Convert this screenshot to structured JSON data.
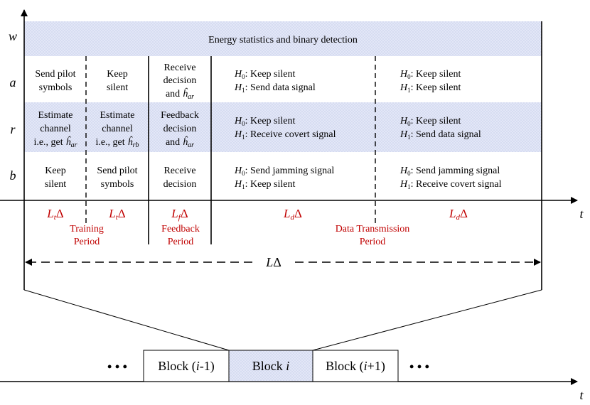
{
  "row_labels": {
    "w": "w",
    "a": "a",
    "r": "r",
    "b": "b"
  },
  "time_axis_label": "t",
  "w_row": {
    "text": "Energy statistics and binary detection"
  },
  "a_row": {
    "c1": [
      "Send pilot",
      "symbols"
    ],
    "c2": [
      "Keep",
      "silent"
    ],
    "c3": [
      "Receive",
      "decision",
      "and",
      "ĥ",
      "ar"
    ],
    "c4": {
      "h0_sym": "H",
      "h0_sub": "0",
      "h0_text": ": Keep silent",
      "h1_sym": "H",
      "h1_sub": "1",
      "h1_text": ": Send data signal"
    },
    "c5": {
      "h0_sym": "H",
      "h0_sub": "0",
      "h0_text": ": Keep silent",
      "h1_sym": "H",
      "h1_sub": "1",
      "h1_text": ": Keep silent"
    }
  },
  "r_row": {
    "c1": [
      "Estimate",
      "channel",
      "i.e., get",
      "ĥ",
      "ar"
    ],
    "c2": [
      "Estimate",
      "channel",
      "i.e., get",
      "ĥ",
      "rb"
    ],
    "c3": [
      "Feedback",
      "decision",
      "and",
      "ĥ",
      "ar"
    ],
    "c4": {
      "h0_sym": "H",
      "h0_sub": "0",
      "h0_text": ": Keep silent",
      "h1_sym": "H",
      "h1_sub": "1",
      "h1_text": ": Receive covert signal"
    },
    "c5": {
      "h0_sym": "H",
      "h0_sub": "0",
      "h0_text": ": Keep silent",
      "h1_sym": "H",
      "h1_sub": "1",
      "h1_text": ": Send data signal"
    }
  },
  "b_row": {
    "c1": [
      "Keep",
      "silent"
    ],
    "c2": [
      "Send pilot",
      "symbols"
    ],
    "c3": [
      "Receive",
      "decision"
    ],
    "c4": {
      "h0_sym": "H",
      "h0_sub": "0",
      "h0_text": ": Send jamming signal",
      "h1_sym": "H",
      "h1_sub": "1",
      "h1_text": ": Keep silent"
    },
    "c5": {
      "h0_sym": "H",
      "h0_sub": "0",
      "h0_text": ": Send jamming signal",
      "h1_sym": "H",
      "h1_sub": "1",
      "h1_text": ": Receive covert signal"
    }
  },
  "durations": {
    "d1": {
      "sym": "L",
      "sub": "t",
      "delta": "Δ"
    },
    "d2": {
      "sym": "L",
      "sub": "t",
      "delta": "Δ"
    },
    "d3": {
      "sym": "L",
      "sub": "f",
      "delta": "Δ"
    },
    "d4": {
      "sym": "L",
      "sub": "d",
      "delta": "Δ"
    },
    "d5": {
      "sym": "L",
      "sub": "d",
      "delta": "Δ"
    }
  },
  "periods": {
    "training": [
      "Training",
      "Period"
    ],
    "feedback": [
      "Feedback",
      "Period"
    ],
    "data": [
      "Data Transmission",
      "Period"
    ]
  },
  "total_length": {
    "sym": "L",
    "delta": "Δ"
  },
  "blocks": {
    "ellipsis_left": "• • •",
    "ellipsis_right": "• • •",
    "prev": {
      "pre": "Block (",
      "var": "i",
      "post": "-1)"
    },
    "curr": {
      "pre": "Block ",
      "var": "i",
      "post": ""
    },
    "next": {
      "pre": "Block (",
      "var": "i",
      "post": "+1)"
    }
  },
  "colors": {
    "shade": "#dfe4f5",
    "accent_red": "#c00000",
    "axis": "#000000"
  }
}
